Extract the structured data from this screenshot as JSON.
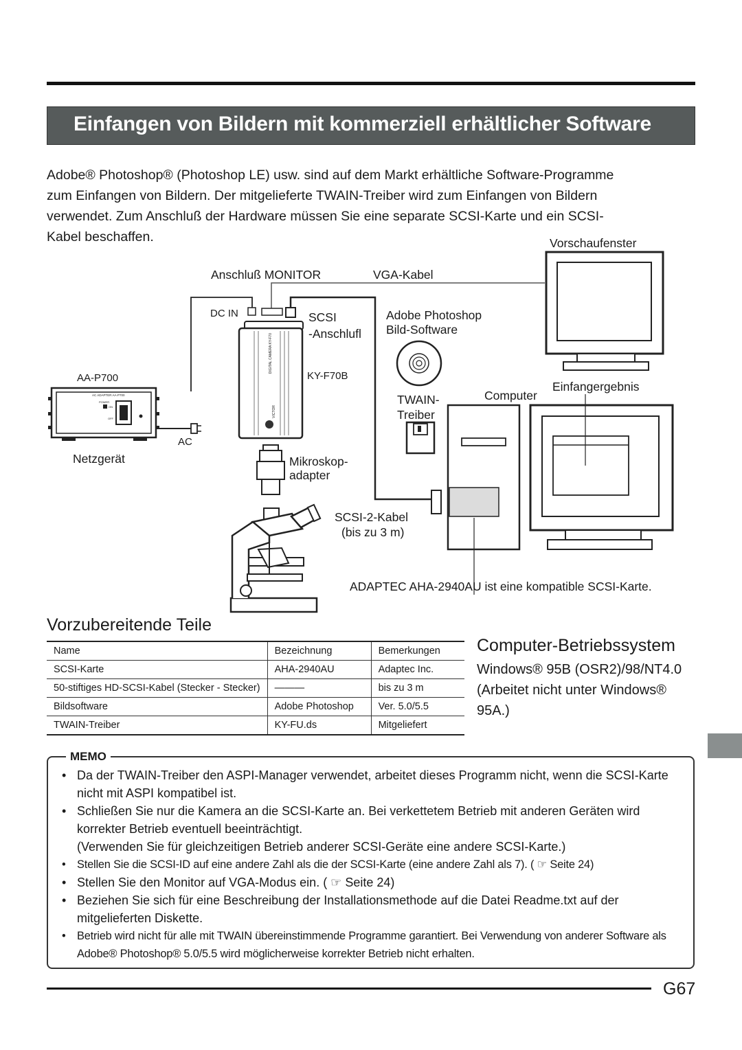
{
  "title": "Einfangen von Bildern mit kommerziell erhältlicher Software",
  "intro": [
    "Adobe® Photoshop® (Photoshop LE) usw. sind auf dem Markt erhältliche Software-Programme",
    "zum Einfangen von Bildern. Der mitgelieferte TWAIN-Treiber wird zum Einfangen von Bildern",
    "verwendet. Zum Anschluß der Hardware müssen Sie eine separate SCSI-Karte und ein SCSI-",
    "Kabel beschaffen."
  ],
  "diagram": {
    "vorschaufenster": "Vorschaufenster",
    "anschluss_monitor": "Anschluß MONITOR",
    "vga_kabel": "VGA-Kabel",
    "dc_in": "DC IN",
    "scsi": "SCSI",
    "scsi_anschluss": "-Anschlufl",
    "adobe_photoshop": "Adobe Photoshop",
    "bild_software": "Bild-Software",
    "ky_f70b": "KY-F70B",
    "aa_p700": "AA-P700",
    "twain": "TWAIN-",
    "treiber": "Treiber",
    "computer": "Computer",
    "einfangergebnis": "Einfangergebnis",
    "ac": "AC",
    "netzgeraet": "Netzgerät",
    "mikroskop": "Mikroskop-",
    "adapter": "adapter",
    "scsi2_kabel": "SCSI-2-Kabel",
    "bis_3m": "(bis zu 3 m)",
    "adaptec_note": "ADAPTEC AHA-2940AU ist eine kompatible SCSI-Karte.",
    "camera_side_text": "DIGITAL CAMERA KY-F70",
    "camera_brand": "VICTOR",
    "psu_panel_text": "AC ADAPTER AA-P700",
    "psu_power": "POWER",
    "psu_on": "ON",
    "psu_off": "OFF"
  },
  "parts": {
    "heading": "Vorzubereitende Teile",
    "rows": [
      [
        "Name",
        "Bezeichnung",
        "Bemerkungen"
      ],
      [
        "SCSI-Karte",
        "AHA-2940AU",
        "Adaptec Inc."
      ],
      [
        "50-stiftiges HD-SCSI-Kabel (Stecker - Stecker)",
        "———",
        "bis zu 3 m"
      ],
      [
        "Bildsoftware",
        "Adobe Photoshop",
        "Ver. 5.0/5.5"
      ],
      [
        "TWAIN-Treiber",
        "KY-FU.ds",
        "Mitgeliefert"
      ]
    ]
  },
  "os": {
    "heading": "Computer-Betriebssystem",
    "lines": [
      "Windows® 95B (OSR2)/98/NT4.0",
      "(Arbeitet nicht unter Windows®",
      "95A.)"
    ]
  },
  "memo": {
    "label": "MEMO",
    "items": [
      "Da der TWAIN-Treiber den ASPI-Manager verwendet, arbeitet dieses Programm nicht, wenn die SCSI-Karte nicht mit ASPI kompatibel ist.",
      "Schließen Sie nur die Kamera an die SCSI-Karte an. Bei verkettetem Betrieb mit anderen Geräten wird korrekter Betrieb eventuell beeinträchtigt.",
      "(Verwenden Sie für gleichzeitigen Betrieb anderer SCSI-Geräte eine andere SCSI-Karte.)",
      "Stellen Sie die SCSI-ID auf eine andere Zahl als die der SCSI-Karte (eine andere Zahl als 7).  ( ☞ Seite 24)",
      "Stellen Sie den Monitor auf VGA-Modus ein. ( ☞ Seite 24)",
      "Beziehen Sie sich für eine Beschreibung der Installationsmethode auf die Datei Readme.txt auf der mitgelieferten Diskette.",
      "Betrieb wird nicht für alle mit TWAIN übereinstimmende Programme garantiert. Bei Verwendung von anderer Software als Adobe® Photoshop® 5.0/5.5 wird möglicherweise korrekter Betrieb nicht erhalten."
    ]
  },
  "page_number": "G67"
}
